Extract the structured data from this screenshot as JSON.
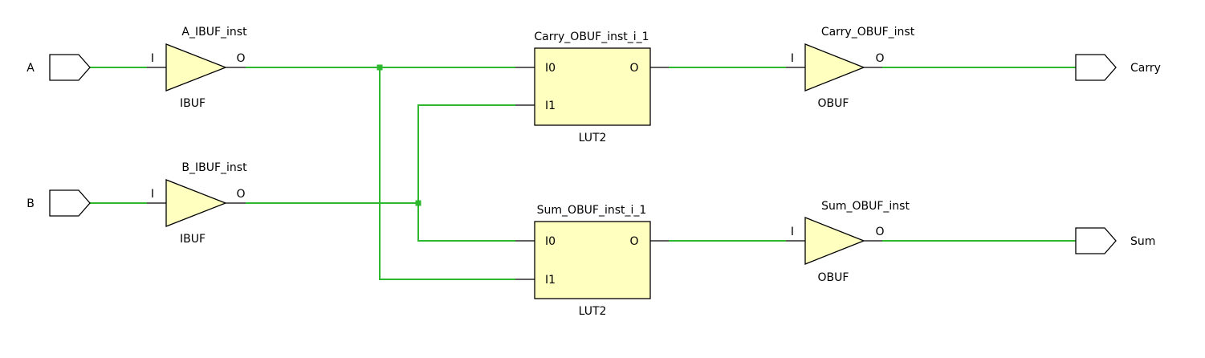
{
  "ports": {
    "input_a": "A",
    "input_b": "B",
    "output_carry": "Carry",
    "output_sum": "Sum"
  },
  "cells": {
    "a_ibuf": {
      "instance": "A_IBUF_inst",
      "type": "IBUF",
      "pin_in": "I",
      "pin_out": "O"
    },
    "b_ibuf": {
      "instance": "B_IBUF_inst",
      "type": "IBUF",
      "pin_in": "I",
      "pin_out": "O"
    },
    "carry_lut": {
      "instance": "Carry_OBUF_inst_i_1",
      "type": "LUT2",
      "pin_i0": "I0",
      "pin_i1": "I1",
      "pin_out": "O"
    },
    "sum_lut": {
      "instance": "Sum_OBUF_inst_i_1",
      "type": "LUT2",
      "pin_i0": "I0",
      "pin_i1": "I1",
      "pin_out": "O"
    },
    "carry_obuf": {
      "instance": "Carry_OBUF_inst",
      "type": "OBUF",
      "pin_in": "I",
      "pin_out": "O"
    },
    "sum_obuf": {
      "instance": "Sum_OBUF_inst",
      "type": "OBUF",
      "pin_in": "I",
      "pin_out": "O"
    }
  },
  "colors": {
    "wire": "#2eb82e",
    "cell_fill": "#ffffc0",
    "outline": "#000000",
    "background": "#ffffff"
  }
}
